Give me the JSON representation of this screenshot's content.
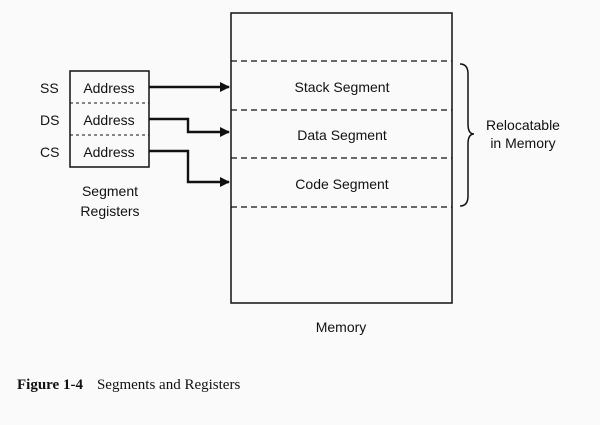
{
  "segment_registers": {
    "label_line1": "Segment",
    "label_line2": "Registers",
    "registers": [
      {
        "name": "SS",
        "field": "Address"
      },
      {
        "name": "DS",
        "field": "Address"
      },
      {
        "name": "CS",
        "field": "Address"
      }
    ]
  },
  "memory": {
    "label": "Memory",
    "segments": [
      "Stack Segment",
      "Data Segment",
      "Code Segment"
    ]
  },
  "annotation": {
    "line1": "Relocatable",
    "line2": "in Memory"
  },
  "caption": {
    "figure_number": "Figure 1-4",
    "title": "Segments and Registers"
  },
  "colors": {
    "ink": "#111111",
    "background": "#fafafa"
  }
}
